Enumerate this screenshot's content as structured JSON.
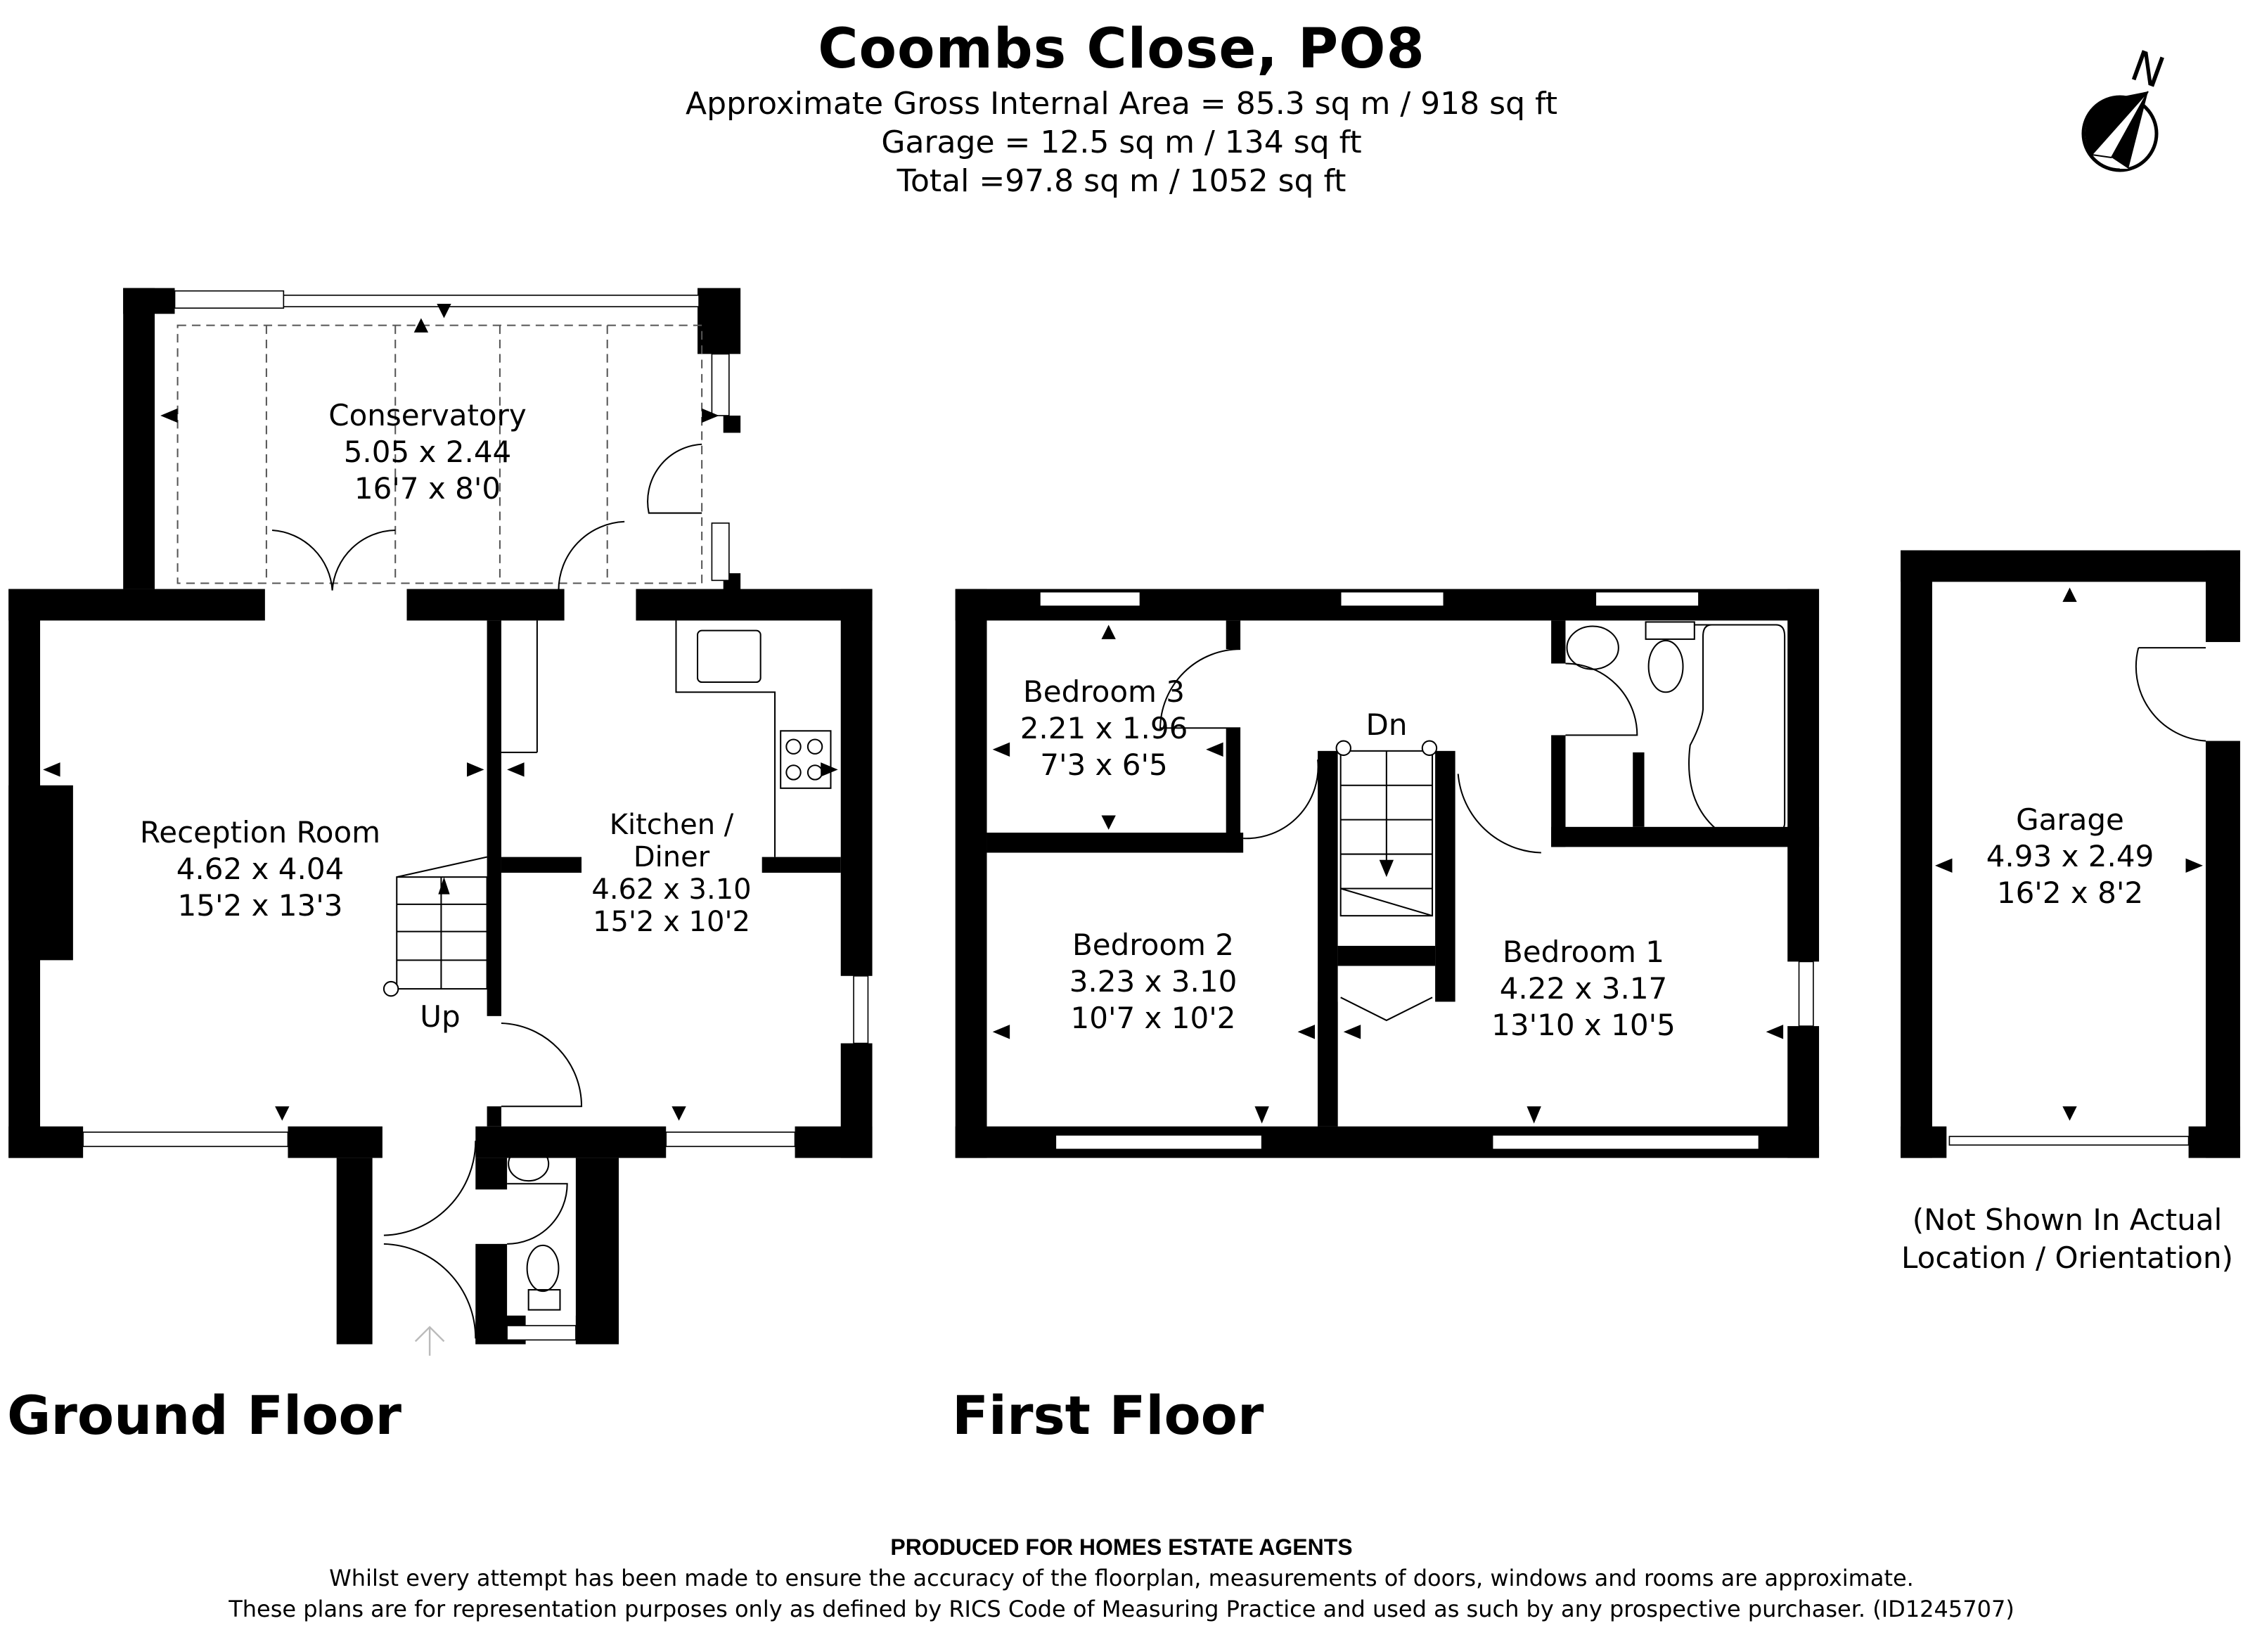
{
  "header": {
    "title": "Coombs Close, PO8",
    "gross_internal_area": "Approximate Gross Internal Area = 85.3 sq m / 918 sq ft",
    "garage_area": "Garage = 12.5 sq m / 134 sq ft",
    "total_area": "Total =97.8 sq m / 1052 sq ft"
  },
  "compass": {
    "icon": "north-arrow-icon",
    "label": "N"
  },
  "ground_floor": {
    "label": "Ground Floor",
    "stairs_label": "Up",
    "rooms": [
      {
        "name": "Conservatory",
        "metric": "5.05 x 2.44",
        "imperial": "16'7 x 8'0"
      },
      {
        "name": "Reception Room",
        "metric": "4.62 x 4.04",
        "imperial": "15'2 x 13'3"
      },
      {
        "name": "Kitchen /",
        "name_line2": "Diner",
        "metric": "4.62 x 3.10",
        "imperial": "15'2 x 10'2"
      }
    ]
  },
  "first_floor": {
    "label": "First Floor",
    "stairs_label": "Dn",
    "rooms": [
      {
        "name": "Bedroom 3",
        "metric": "2.21 x 1.96",
        "imperial": "7'3 x 6'5"
      },
      {
        "name": "Bedroom 2",
        "metric": "3.23 x 3.10",
        "imperial": "10'7 x 10'2"
      },
      {
        "name": "Bedroom 1",
        "metric": "4.22 x 3.17",
        "imperial": "13'10 x 10'5"
      }
    ]
  },
  "garage": {
    "name": "Garage",
    "metric": "4.93 x 2.49",
    "imperial": "16'2 x 8'2",
    "note_line1": "(Not Shown In Actual",
    "note_line2": "Location / Orientation)"
  },
  "footer": {
    "produced_by": "PRODUCED FOR HOMES ESTATE AGENTS",
    "disclaimer_line1": "Whilst every attempt has been made to ensure the accuracy of the floorplan, measurements of doors, windows and rooms are approximate.",
    "disclaimer_line2": "These plans are for representation purposes only as defined by RICS Code of Measuring Practice and used as such by any prospective purchaser. (ID1245707)"
  },
  "colors": {
    "wall": "#000000",
    "background": "#ffffff",
    "dashed_glazing": "#555555",
    "entry_arrow": "#bbbbbb"
  }
}
